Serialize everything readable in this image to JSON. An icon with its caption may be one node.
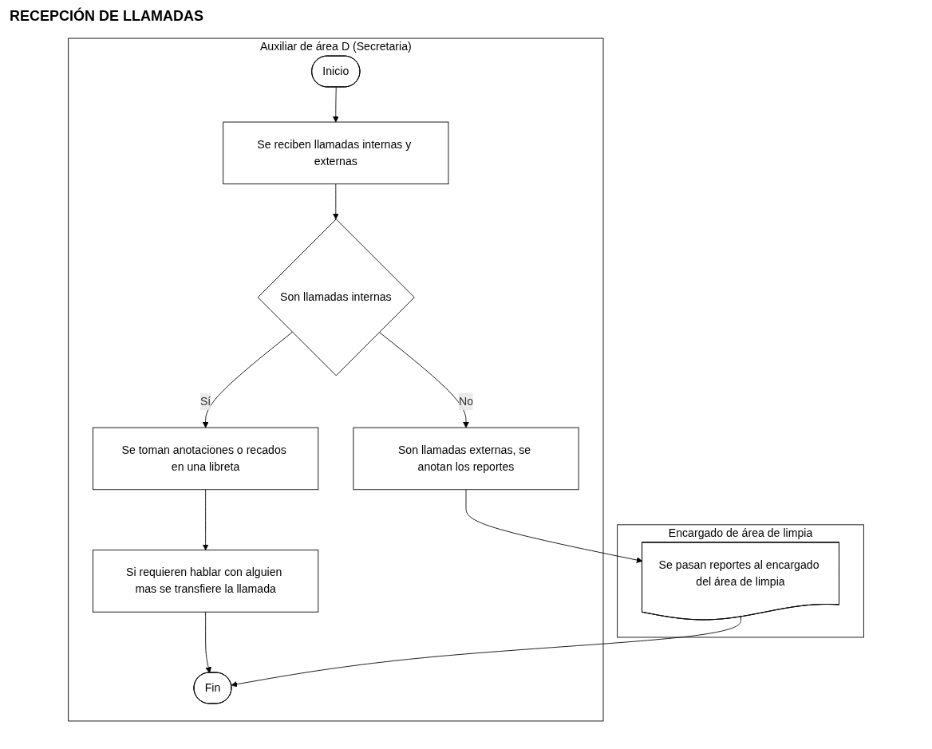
{
  "diagram": {
    "title": "RECEPCIÓN DE LLAMADAS",
    "nodes": [
      {
        "text": [
          "Auxiliar de área D (Secretaria)"
        ]
      },
      {
        "text": [
          "Inicio"
        ],
        "in": 0
      },
      {
        "text": [
          "Se reciben llamadas internas y externas"
        ],
        "in": 0
      },
      {
        "text": [
          "Son llamadas internas"
        ],
        "in": 0
      },
      {
        "text": [
          "Son llamadas externas, se anotan los reportes"
        ],
        "in": 0
      },
      {
        "text": [
          "Se toman anotaciones o recados en una libreta"
        ],
        "in": 0
      },
      {
        "text": [
          "Si requieren hablar con alguien mas se transfiere la llamada"
        ],
        "in": 0
      },
      {
        "text": [
          "Fin"
        ],
        "in": 0
      },
      {
        "text": [
          "Encargado de área de limpia"
        ]
      },
      {
        "text": [
          "Se pasan reportes al encargado del área de limpia"
        ],
        "in": 8
      }
    ],
    "edges": [
      {
        "from": 1,
        "to": 2,
        "arrow": "to"
      },
      {
        "from": 2,
        "to": 3,
        "arrow": "to"
      },
      {
        "from": 3,
        "to": 4,
        "label": "No",
        "arrow": "to"
      },
      {
        "from": 4,
        "to": 9,
        "arrow": "to"
      },
      {
        "from": 3,
        "to": 5,
        "label": "Sí",
        "arrow": "to"
      },
      {
        "from": 5,
        "to": 6,
        "arrow": "to"
      },
      {
        "from": 6,
        "to": 7,
        "arrow": "to"
      },
      {
        "from": 9,
        "to": 7,
        "arrow": "to"
      }
    ]
  }
}
